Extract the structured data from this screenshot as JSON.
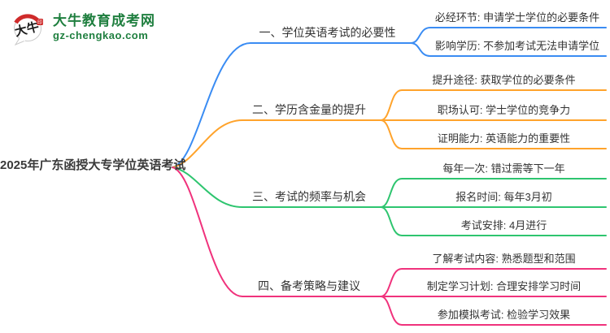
{
  "logo": {
    "icon": "daniu-speech-bubble-icon",
    "icon_text": "大牛",
    "title": "大牛教育成考网",
    "url": "gz-chengkao.com",
    "brand_green": "#1f7f3f",
    "seal_red": "#cf2b2b"
  },
  "mindmap": {
    "central": "2025年广东函授大专学位英语考试",
    "branches": [
      {
        "label": "一、学位英语考试的必要性",
        "color": "#3a8cf3",
        "children": [
          "必经环节: 申请学士学位的必要条件",
          "影响学历: 不参加考试无法申请学位"
        ]
      },
      {
        "label": "二、学历含金量的提升",
        "color": "#ffa32b",
        "children": [
          "提升途径: 获取学位的必要条件",
          "职场认可: 学士学位的竞争力",
          "证明能力: 英语能力的重要性"
        ]
      },
      {
        "label": "三、考试的频率与机会",
        "color": "#2ec56f",
        "children": [
          "每年一次: 错过需等下一年",
          "报名时间: 每年3月初",
          "考试安排: 4月进行"
        ]
      },
      {
        "label": "四、备考策略与建议",
        "color": "#f0327c",
        "children": [
          "了解考试内容: 熟悉题型和范围",
          "制定学习计划: 合理安排学习时间",
          "参加模拟考试: 检验学习效果"
        ]
      }
    ]
  }
}
